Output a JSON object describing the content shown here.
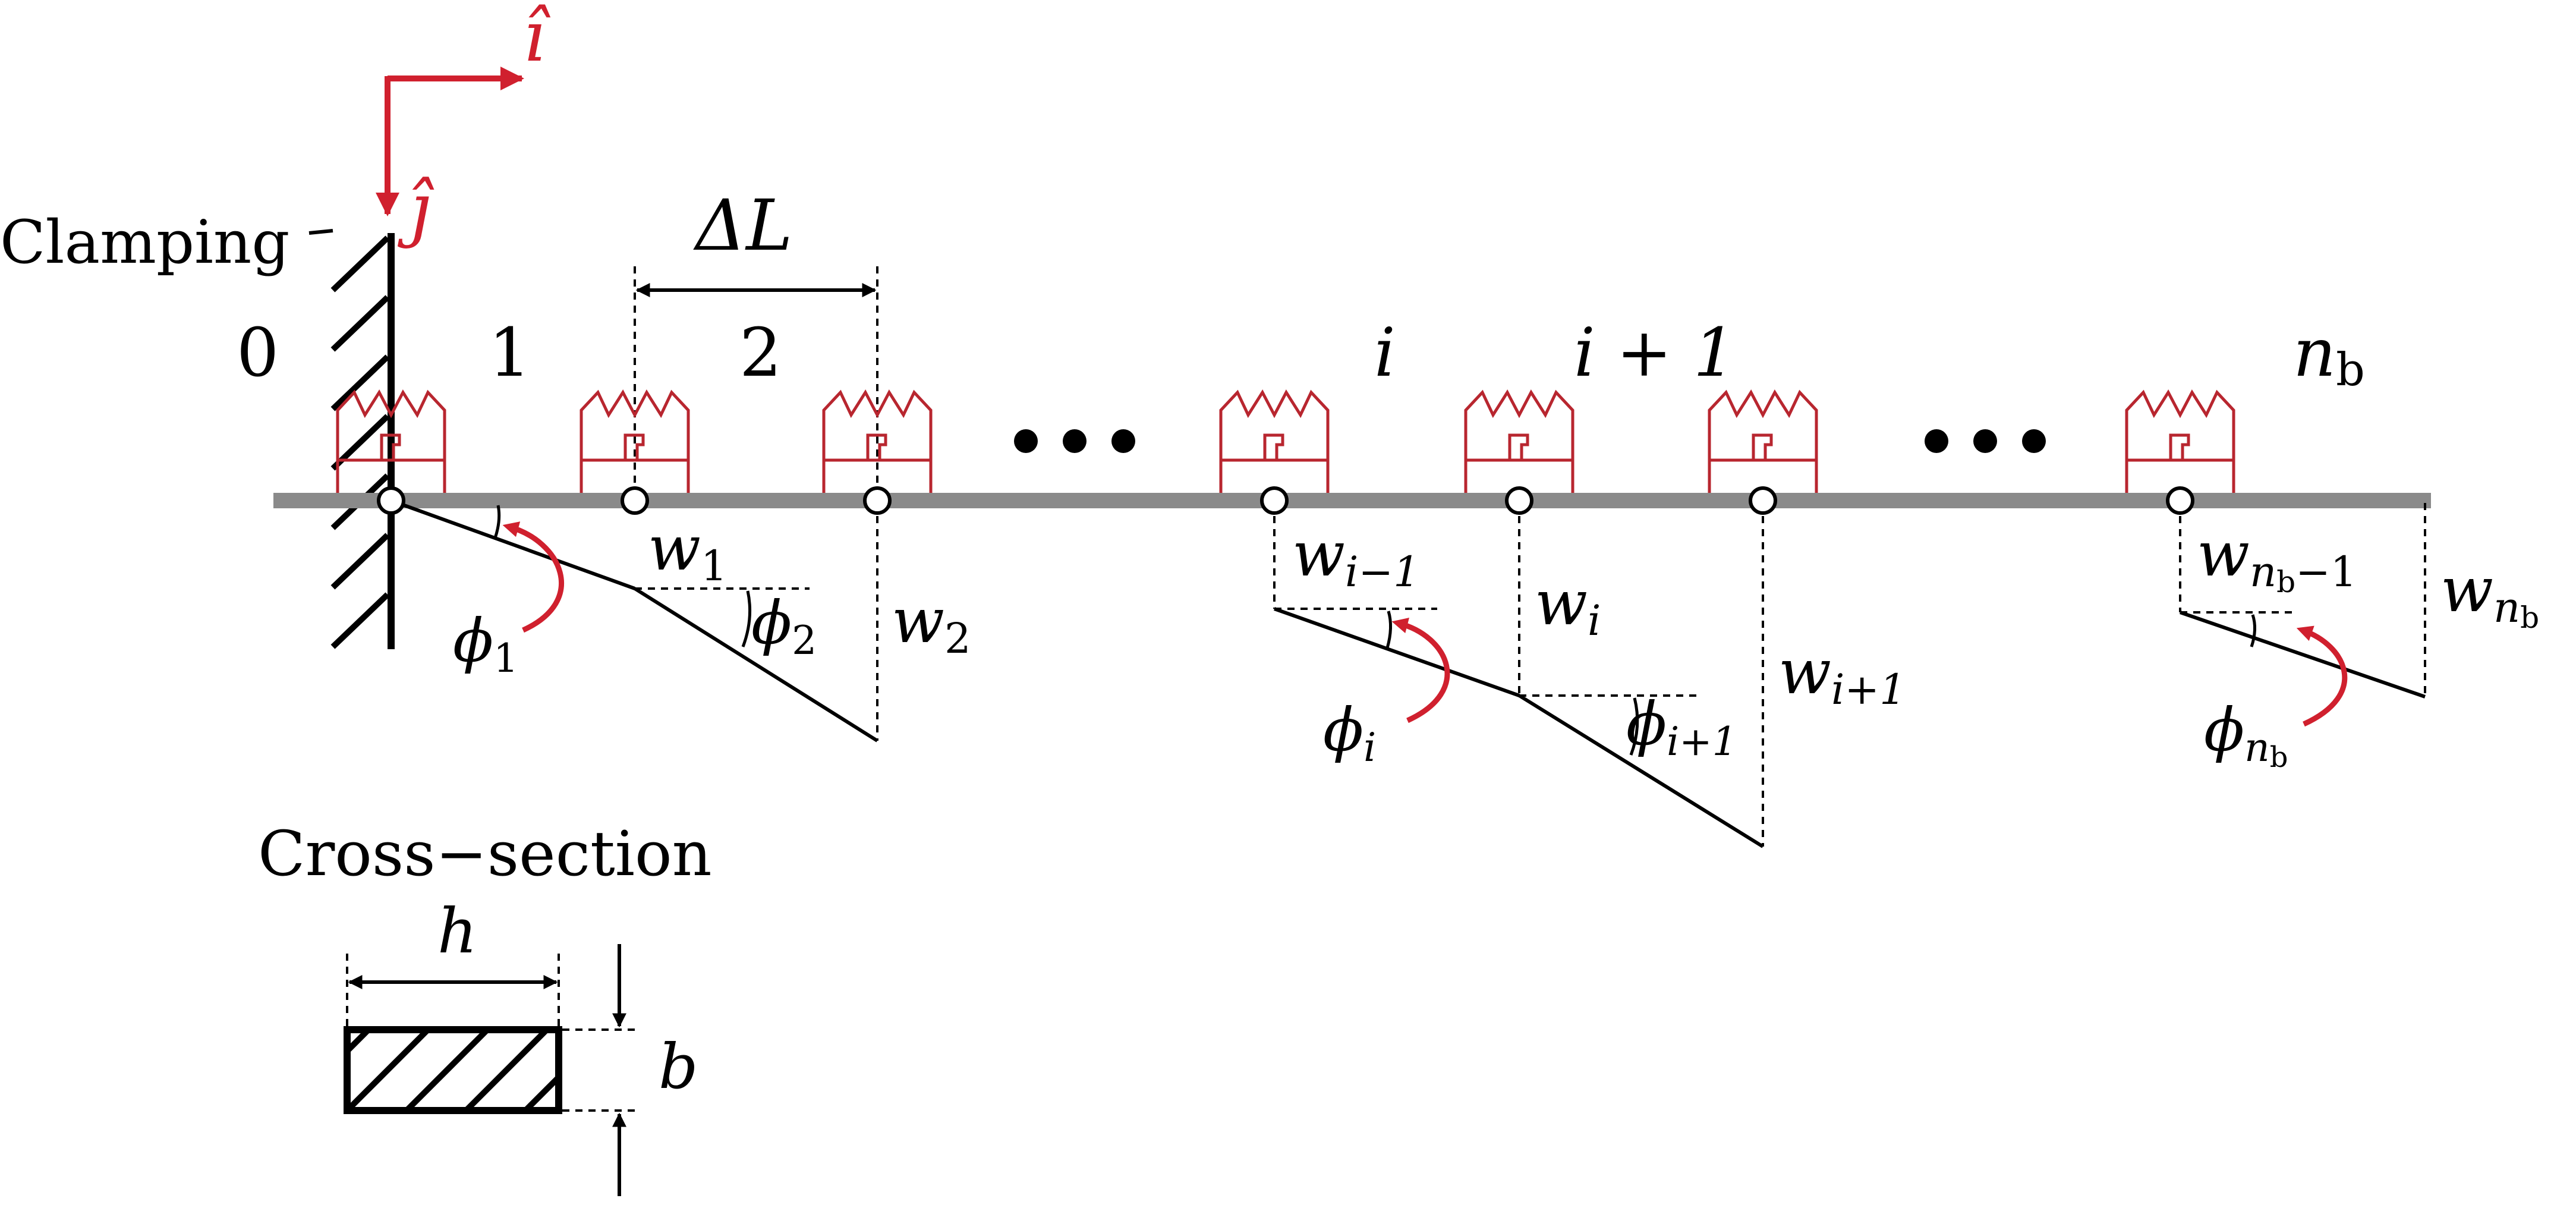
{
  "labels": {
    "clamping": "Clamping",
    "delta_l": "ΔL",
    "cross_section": "Cross−section",
    "width": "h",
    "thickness": "b"
  },
  "axes": {
    "i_hat": "î",
    "j_hat": "ĵ"
  },
  "segments": [
    "0",
    "1",
    "2",
    "i",
    "i + 1",
    "n",
    "b"
  ],
  "deflections": {
    "w1": [
      "w",
      "1"
    ],
    "w2": [
      "w",
      "2"
    ],
    "wim1": [
      "w",
      "i−1"
    ],
    "wi": [
      "w",
      "i"
    ],
    "wip1": [
      "w",
      "i+1"
    ],
    "wnbm1": [
      "w",
      "n",
      "b",
      "−1"
    ],
    "wnb": [
      "w",
      "n",
      "b"
    ]
  },
  "angles": {
    "phi1": [
      "ϕ",
      "1"
    ],
    "phi2": [
      "ϕ",
      "2"
    ],
    "phii": [
      "ϕ",
      "i"
    ],
    "phiip1": [
      "ϕ",
      "i+1"
    ],
    "phinb": [
      "ϕ",
      "n",
      "b"
    ]
  },
  "colors": {
    "accent": "#d0202e",
    "spring": "#b8262f",
    "beam": "#8a8a8a",
    "ink": "#000000"
  }
}
